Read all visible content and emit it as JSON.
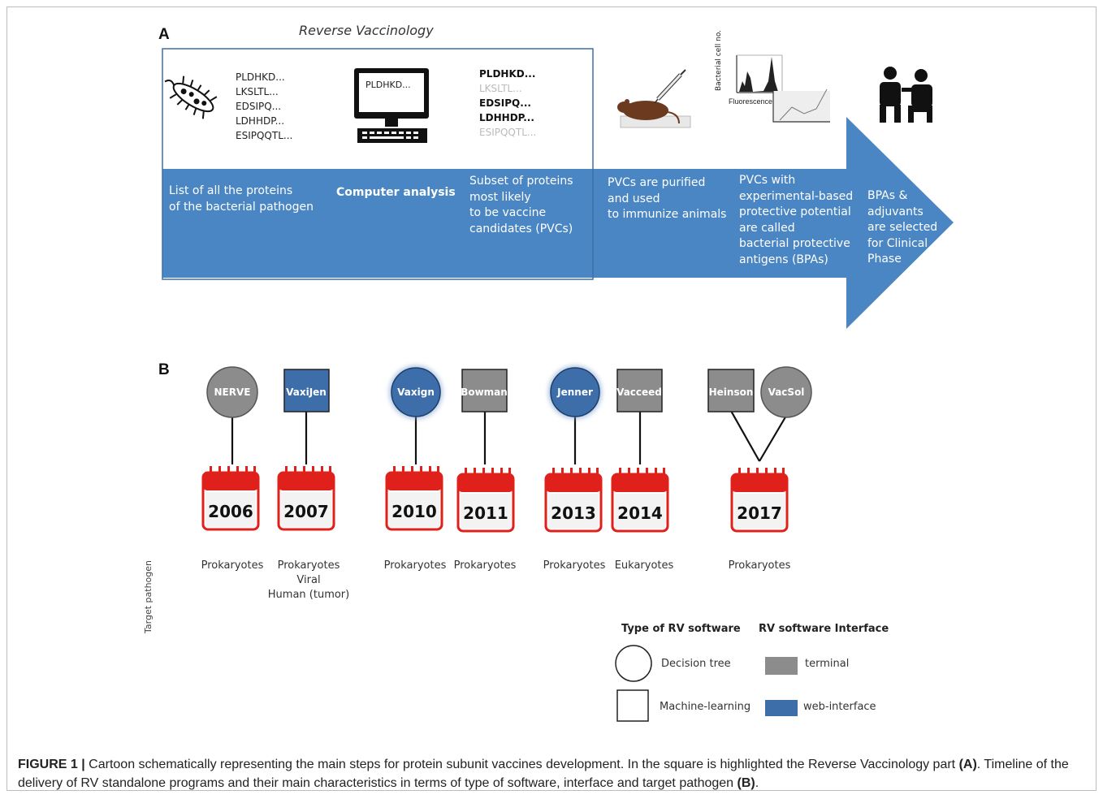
{
  "panel_a": {
    "label": "A",
    "title": "Reverse Vaccinology",
    "sequences_left": [
      "PLDHKD...",
      "LKSLTL...",
      "EDSIPQ...",
      "LDHHDP...",
      "ESIPQQTL..."
    ],
    "monitor_text": "PLDHKD...",
    "sequences_right": [
      "PLDHKD...",
      "LKSLTL...",
      "EDSIPQ...",
      "LDHHDP...",
      "ESIPQQTL..."
    ],
    "histogram_ylabel": "Bacterial cell no.",
    "histogram_xlabel": "Fluorescence",
    "steps": [
      [
        "List of all the proteins",
        "of the bacterial pathogen"
      ],
      [
        "Computer analysis"
      ],
      [
        "Subset of proteins",
        "most likely",
        "to be vaccine",
        "candidates (PVCs)"
      ],
      [
        "PVCs are purified",
        "and used",
        "to immunize animals"
      ],
      [
        "PVCs with",
        "experimental-based",
        "protective potential",
        "are called",
        "bacterial protective",
        "antigens (BPAs)"
      ],
      [
        "BPAs &",
        "adjuvants",
        "are selected",
        "for Clinical",
        "Phase"
      ]
    ],
    "colors": {
      "arrow": "#4a86c3",
      "frame": "#3f6fa8"
    }
  },
  "panel_b": {
    "label": "B",
    "y_label": "Target pathogen",
    "tools": [
      {
        "name": "NERVE",
        "shape": "circle",
        "interface": "terminal"
      },
      {
        "name": "VaxiJen",
        "shape": "square",
        "interface": "web"
      },
      {
        "name": "Vaxign",
        "shape": "circle",
        "interface": "web"
      },
      {
        "name": "Bowman",
        "shape": "square",
        "interface": "terminal"
      },
      {
        "name": "Jenner",
        "shape": "circle",
        "interface": "web"
      },
      {
        "name": "Vacceed",
        "shape": "square",
        "interface": "terminal"
      },
      {
        "name": "Heinson",
        "shape": "square",
        "interface": "terminal"
      },
      {
        "name": "VacSol",
        "shape": "circle",
        "interface": "terminal"
      }
    ],
    "years": [
      "2006",
      "2007",
      "2010",
      "2011",
      "2013",
      "2014",
      "2017"
    ],
    "pathogens": [
      [
        "Prokaryotes"
      ],
      [
        "Prokaryotes",
        "Viral",
        "Human (tumor)"
      ],
      [
        "Prokaryotes"
      ],
      [
        "Prokaryotes"
      ],
      [
        "Prokaryotes"
      ],
      [
        "Eukaryotes"
      ],
      [
        "Prokaryotes"
      ]
    ],
    "legend": {
      "type_title": "Type of RV software",
      "interface_title": "RV software Interface",
      "decision_tree": "Decision tree",
      "machine_learning": "Machine-learning",
      "terminal": "terminal",
      "web": "web-interface"
    },
    "colors": {
      "terminal": "#8c8c8c",
      "web": "#3e6ea9",
      "calendar": "#e0201b"
    }
  },
  "caption": {
    "figure": "FIGURE 1 |",
    "text1": " Cartoon schematically representing the main steps for protein subunit vaccines development. In the square is highlighted the Reverse Vaccinology part ",
    "ref_a": "(A)",
    "text2": ". Timeline of the delivery of RV standalone programs and their main characteristics in terms of type of software, interface and target pathogen ",
    "ref_b": "(B)",
    "text3": "."
  }
}
